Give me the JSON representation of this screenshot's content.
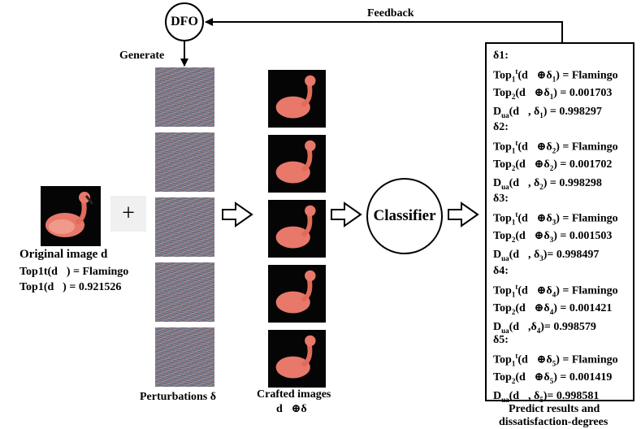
{
  "nodes": {
    "dfo": "DFO",
    "classifier": "Classifier"
  },
  "labels": {
    "feedback": "Feedback",
    "generate": "Generate",
    "perturbations": "Perturbations δ",
    "crafted_line1": "Crafted images",
    "crafted_line2": "d⃗⊕δ",
    "predict_line1": "Predict results and",
    "predict_line2": "dissatisfaction-degrees",
    "plus": "+"
  },
  "original": {
    "title": "Original image d⃗",
    "top1t": "Top1t(d⃗) = Flamingo",
    "top1": "Top1(d⃗) = 0.921526"
  },
  "results": [
    {
      "id": "δ1:",
      "label": "Flamingo",
      "top2": "0.001703",
      "dua": "0.998297"
    },
    {
      "id": "δ2:",
      "label": "Flamingo",
      "top2": "0.001702",
      "dua": "0.998298"
    },
    {
      "id": "δ3:",
      "label": "Flamingo",
      "top2": "0.001503",
      "dua": "0.998497"
    },
    {
      "id": "δ4:",
      "label": "Flamingo",
      "top2": "0.001421",
      "dua": "0.998579"
    },
    {
      "id": "δ5:",
      "label": "Flamingo",
      "top2": "0.001419",
      "dua": "0.998581"
    }
  ]
}
